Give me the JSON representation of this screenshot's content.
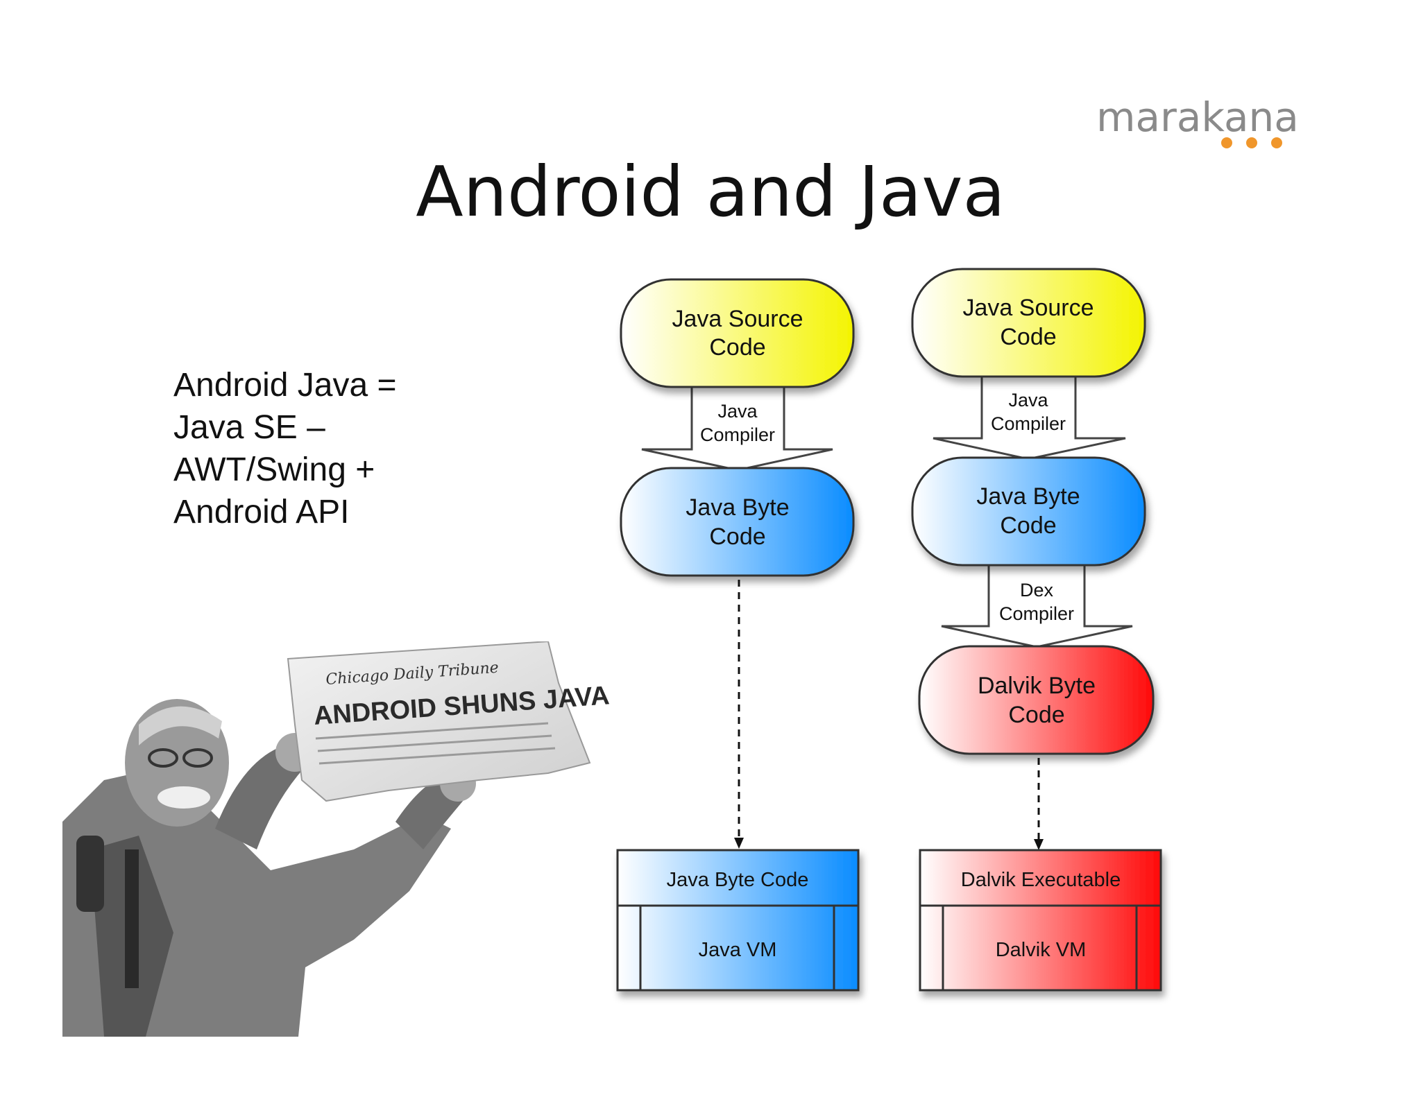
{
  "logo": {
    "text": "marakana"
  },
  "title": "Android and Java",
  "summary": [
    "Android Java =",
    "Java SE –",
    "AWT/Swing +",
    "Android API"
  ],
  "photo": {
    "newspaper_masthead": "Chicago Daily Tribune",
    "headline": "ANDROID SHUNS JAVA"
  },
  "left_column": {
    "source": [
      "Java Source",
      "Code"
    ],
    "compiler": [
      "Java",
      "Compiler"
    ],
    "bytecode": [
      "Java Byte",
      "Code"
    ],
    "runtime_top": "Java Byte Code",
    "runtime_bottom": "Java VM"
  },
  "right_column": {
    "source": [
      "Java Source",
      "Code"
    ],
    "compiler": [
      "Java",
      "Compiler"
    ],
    "bytecode": [
      "Java Byte",
      "Code"
    ],
    "dex_compiler": [
      "Dex",
      "Compiler"
    ],
    "dalvik_bytecode": [
      "Dalvik Byte",
      "Code"
    ],
    "runtime_top": "Dalvik Executable",
    "runtime_bottom": "Dalvik VM"
  },
  "colors": {
    "yellow": "#f4f400",
    "blue": "#0a8cff",
    "red": "#ff0a0a",
    "logo_dots": "#f0962b"
  }
}
